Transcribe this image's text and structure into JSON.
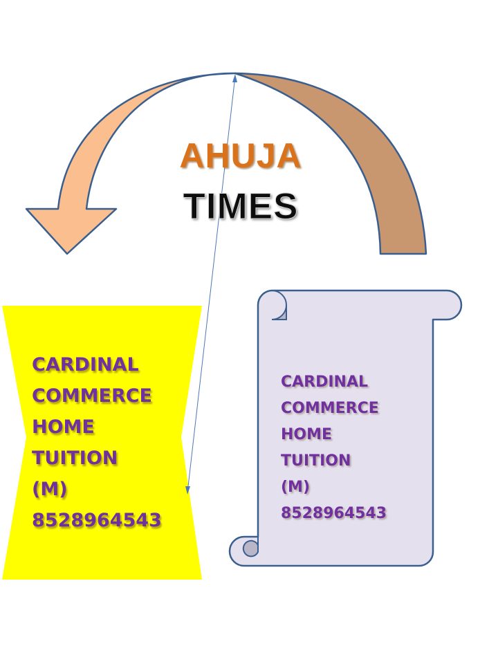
{
  "title": {
    "line_1": "AHUJA",
    "line_2": "TIMES"
  },
  "hourglass_text": {
    "lines": [
      "CARDINAL",
      "COMMERCE",
      "HOME",
      "TUITION",
      "(M)",
      "8528964543"
    ]
  },
  "scroll_text": {
    "lines": [
      "CARDINAL",
      "COMMERCE",
      "HOME",
      "TUITION",
      "(M)",
      "8528964543"
    ]
  },
  "colors": {
    "arrow_light": "#fbbf8f",
    "arrow_dark": "#c89770",
    "outline": "#3a5f8f",
    "hourglass_fill": "#ffff00",
    "scroll_fill": "#e4e0ee",
    "scroll_curl": "#b9b6c7",
    "body_text": "#7030a0",
    "title_orange": "#d9721b",
    "title_black": "#0d0d0d"
  }
}
